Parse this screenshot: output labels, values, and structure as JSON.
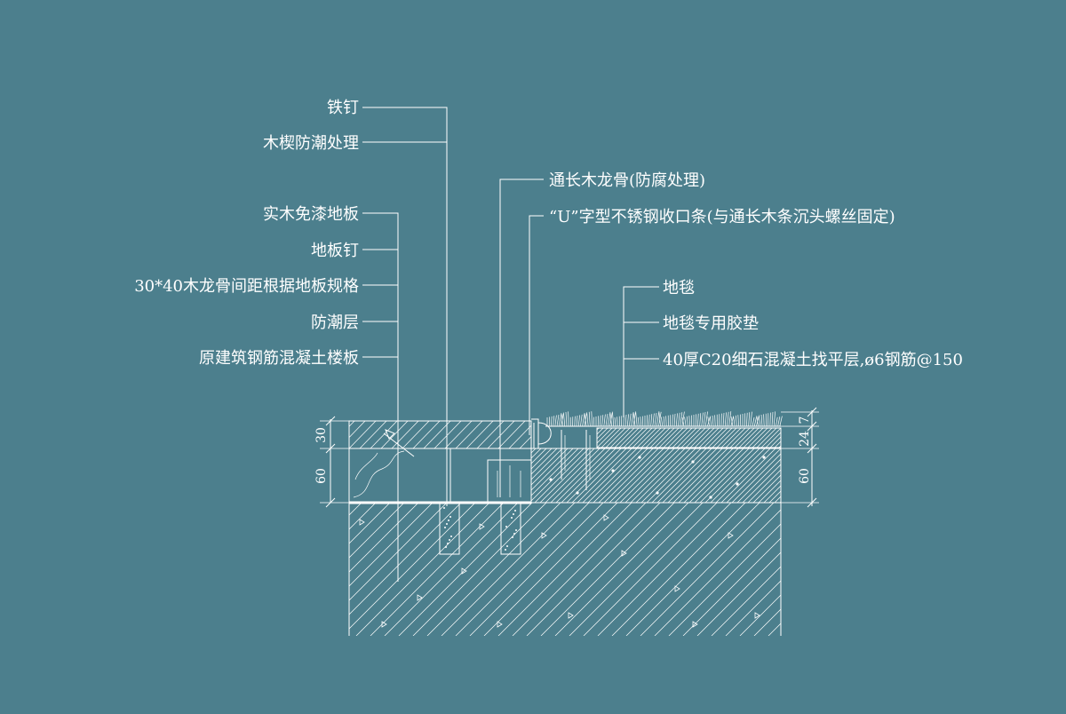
{
  "labels_left": [
    "铁钉",
    "木楔防潮处理",
    "实木免漆地板",
    "地板钉",
    "30*40木龙骨间距根据地板规格",
    "防潮层",
    "原建筑钢筋混凝土楼板"
  ],
  "labels_top": [
    "通长木龙骨(防腐处理)",
    "“U”字型不锈钢收口条(与通长木条沉头螺丝固定)"
  ],
  "labels_right": [
    "地毯",
    "地毯专用胶垫",
    "40厚C20细石混凝土找平层,ø6钢筋@150"
  ],
  "dimensions": {
    "left_top": "30",
    "left_bottom": "60",
    "right_a": "24",
    "right_b": "7",
    "right_bottom": "60"
  },
  "colors": {
    "background": "#4c7f8d",
    "linework": "#ffffff"
  }
}
